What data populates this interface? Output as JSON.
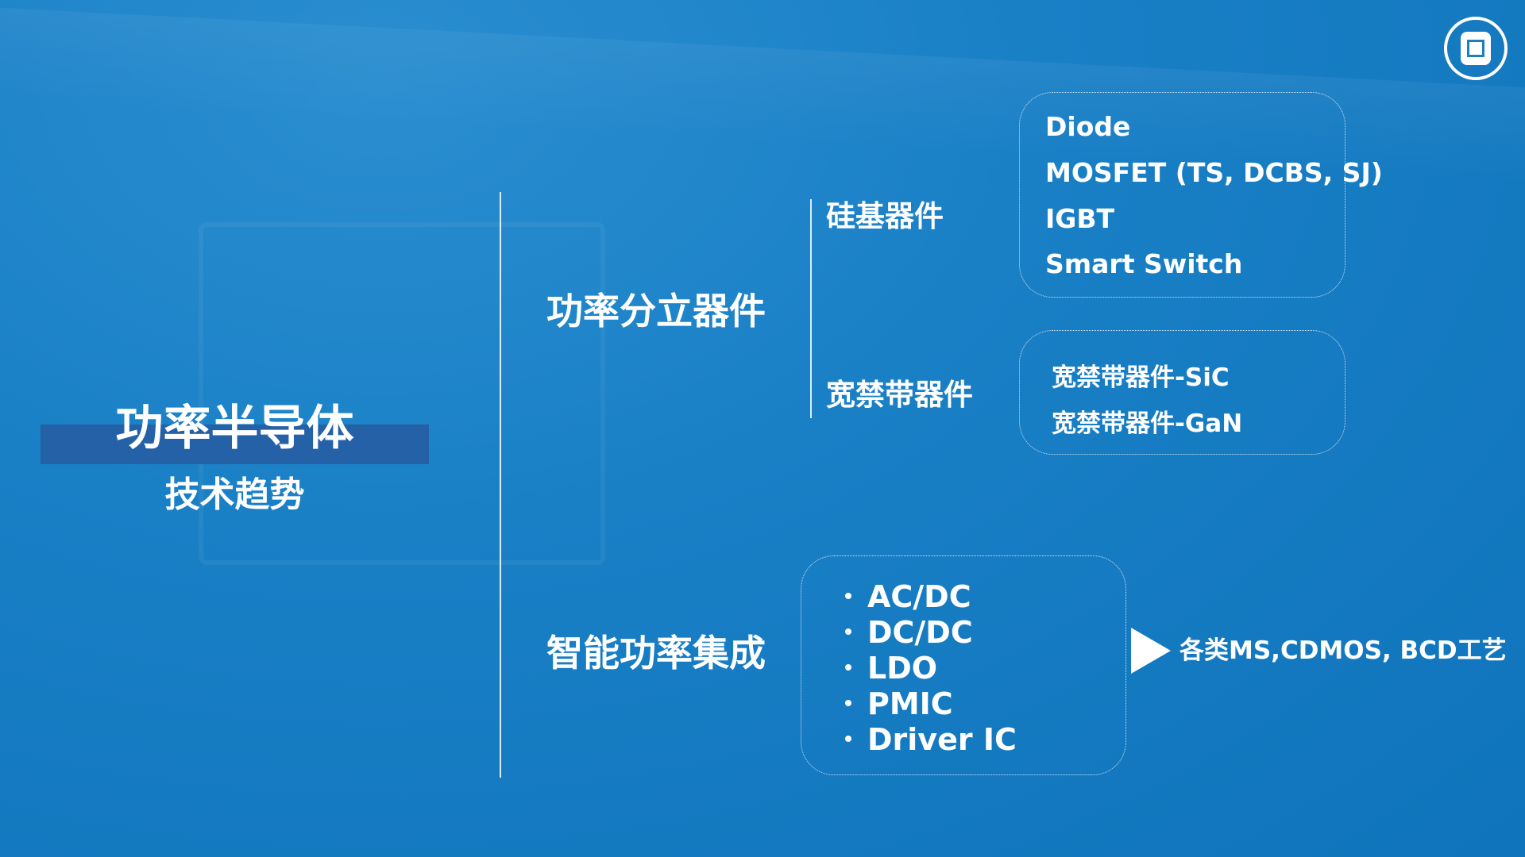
{
  "left": {
    "title": "功率半导体",
    "subtitle": "技术趋势"
  },
  "discrete": {
    "label": "功率分立器件",
    "silicon": {
      "label": "硅基器件",
      "items": [
        "Diode",
        "MOSFET (TS, DCBS, SJ)",
        "IGBT",
        "Smart Switch"
      ]
    },
    "wide_bandgap": {
      "label": "宽禁带器件",
      "items": [
        "宽禁带器件-SiC",
        "宽禁带器件-GaN"
      ]
    }
  },
  "integration": {
    "label": "智能功率集成",
    "items": [
      "AC/DC",
      "DC/DC",
      "LDO",
      "PMIC",
      "Driver IC"
    ],
    "note": "各类MS,CDMOS, BCD工艺"
  },
  "logo": {
    "icon": "chip-logo-icon"
  }
}
